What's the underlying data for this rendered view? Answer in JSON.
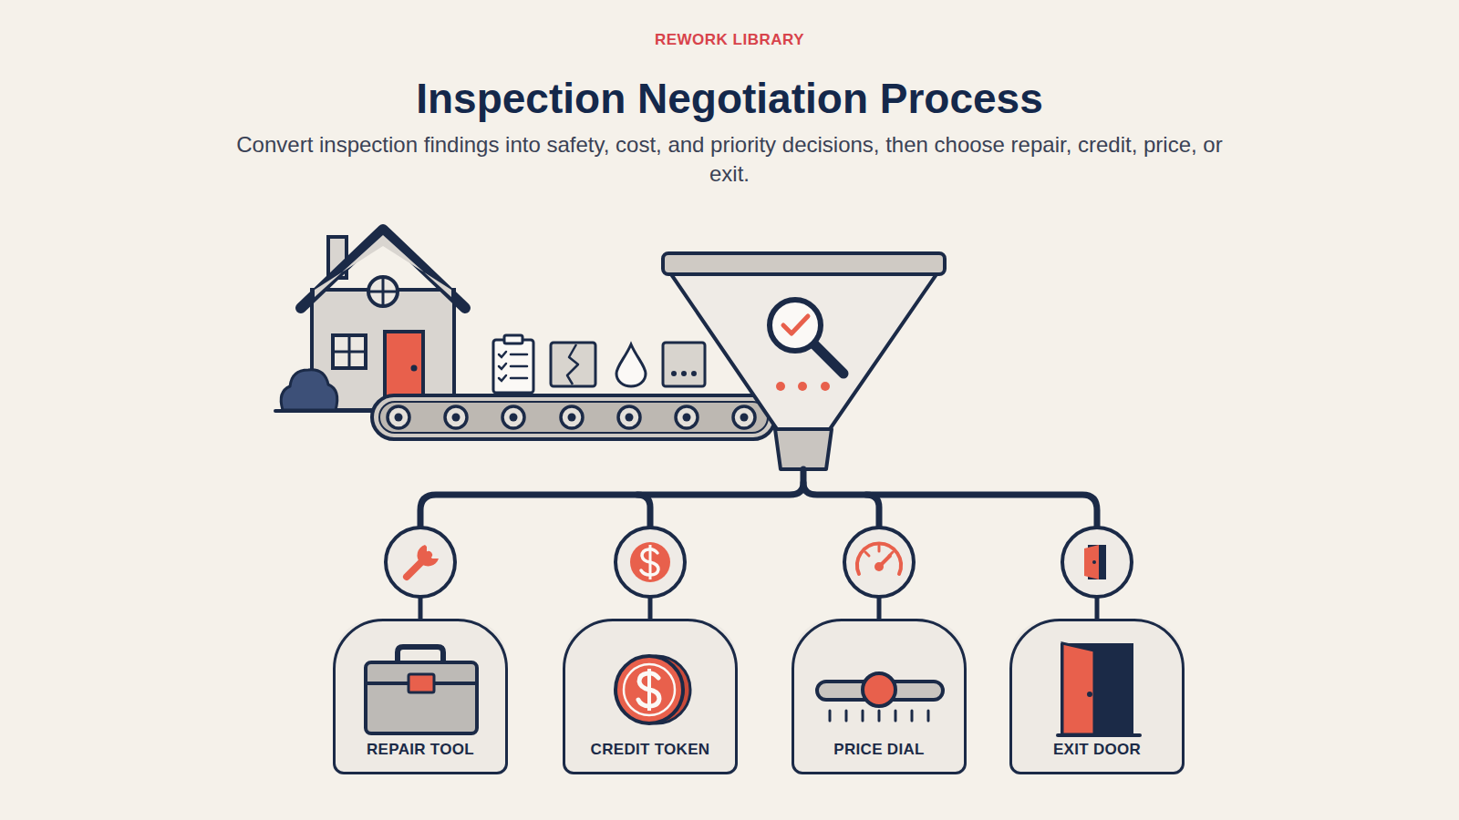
{
  "diagram": {
    "title": "Inspection Negotiation Process",
    "caption": "Convert inspection findings into safety, cost, and priority decisions, then choose repair, credit, price, or exit.",
    "nodes": [
      {
        "text": [
          "REPAIR TOOL"
        ]
      },
      {
        "text": [
          "CREDIT TOKEN"
        ]
      },
      {
        "text": [
          "PRICE DIAL"
        ]
      },
      {
        "text": [
          "EXIT DOOR"
        ]
      }
    ],
    "labels": [
      "REWORK LIBRARY"
    ]
  }
}
